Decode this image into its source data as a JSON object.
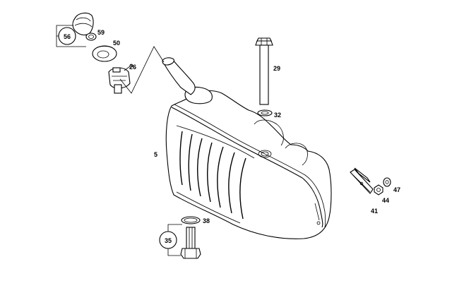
{
  "callouts": {
    "c56": "56",
    "c59": "59",
    "c50": "50",
    "c26": "26",
    "c29": "29",
    "c32": "32",
    "c5": "5",
    "c41": "41",
    "c44": "44",
    "c47": "47",
    "c38": "38",
    "c35": "35"
  }
}
